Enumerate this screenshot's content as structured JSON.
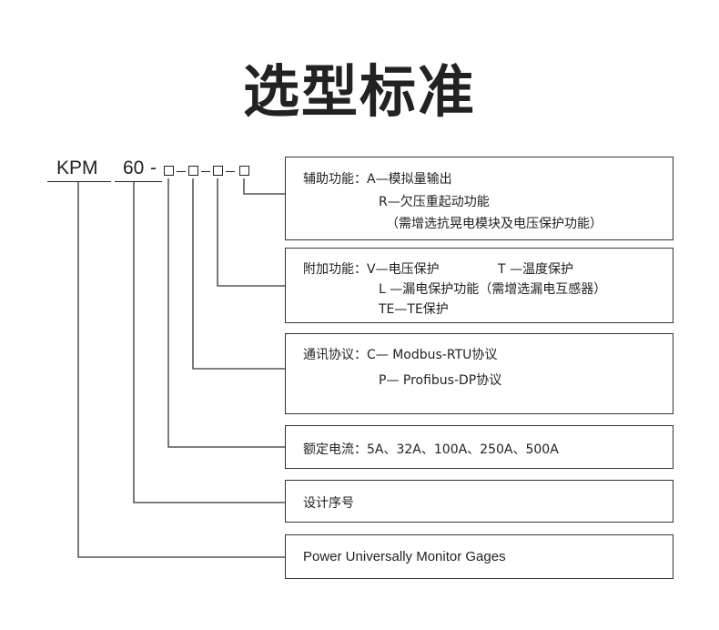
{
  "title": "选型标准",
  "code": {
    "prefix": "KPM",
    "series": "60",
    "separator": "-"
  },
  "boxes": {
    "aux": {
      "line1": "辅助功能：A—模拟量输出",
      "line2": "R—欠压重起动功能",
      "line3": "（需增选抗晃电模块及电压保护功能）"
    },
    "additional": {
      "line1a": "附加功能：V—电压保护",
      "line1b": "T —温度保护",
      "line2": "L —漏电保护功能（需增选漏电互感器）",
      "line3": "TE—TE保护"
    },
    "comm": {
      "line1": "通讯协议：C— Modbus-RTU协议",
      "line2": "P— Profibus-DP协议"
    },
    "current": {
      "line1": "额定电流：5A、32A、100A、250A、500A"
    },
    "design": {
      "line1": "设计序号"
    },
    "product": {
      "line1": "Power Universally Monitor Gages"
    }
  }
}
